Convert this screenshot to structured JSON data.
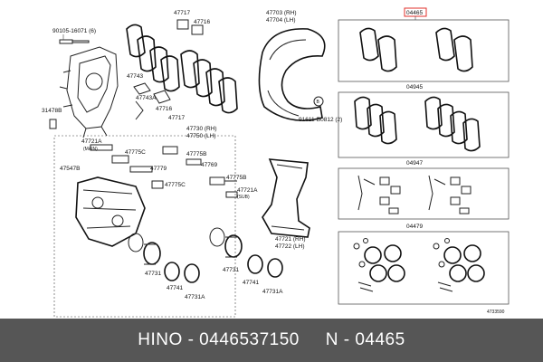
{
  "labels": {
    "l_90105": "90105-16071 (6)",
    "l_47717a": "47717",
    "l_47716a": "47716",
    "l_47743": "47743",
    "l_47743A": "47743A",
    "l_47716b": "47716",
    "l_47717b": "47717",
    "l_47703": "47703 (RH)",
    "l_47704": "47704 (LH)",
    "l_91611": "91611-B0812 (2)",
    "l_31478": "31478B",
    "l_47730": "47730 (RH)",
    "l_47750": "47750 (LH)",
    "l_47721A_main": "47721A",
    "l_main": "(MAIN)",
    "l_47775C_a": "47775C",
    "l_47775B_a": "47775B",
    "l_47779": "47779",
    "l_47769": "47769",
    "l_47547B": "47547B",
    "l_47775C_b": "47775C",
    "l_47775B_b": "47775B",
    "l_47721A_sub": "47721A",
    "l_sub": "(SUB)",
    "l_47721": "47721 (RH)",
    "l_47722": "47722 (LH)",
    "l_47731_a": "47731",
    "l_47741_a": "47741",
    "l_47731A_a": "47731A",
    "l_47731_b": "47731",
    "l_47741_b": "47741",
    "l_47731A_b": "47731A",
    "l_04465": "04465",
    "l_04945": "04945",
    "l_04947": "04947",
    "l_04479": "04479",
    "l_ref": "4733590",
    "callout_B": "B"
  },
  "banner": {
    "text": "HINO - 0446537150     N - 04465"
  },
  "colors": {
    "highlight": "#e0312b",
    "banner_bg": "#565656",
    "banner_text": "#ffffff"
  }
}
